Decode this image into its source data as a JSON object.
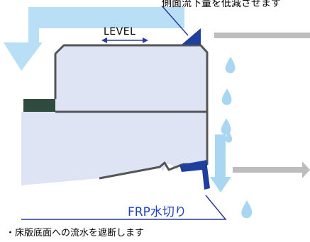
{
  "labels": {
    "top_note": "側面流下量を低減させます",
    "level": "LEVEL",
    "frp": "FRP水切り",
    "bottom_note": "・床版底面への流水を遮断します"
  },
  "colors": {
    "water_light": "#b9dff6",
    "drop": "#a9d7f3",
    "slab_fill": "#dfe4f5",
    "outline": "#555555",
    "frp_blue": "#1f3f9f",
    "arrow_gray": "#bdbdbd",
    "dark_block": "#2f4a3f",
    "text_blue": "#1f3fbf",
    "leader_line": "#2a3a9a"
  }
}
